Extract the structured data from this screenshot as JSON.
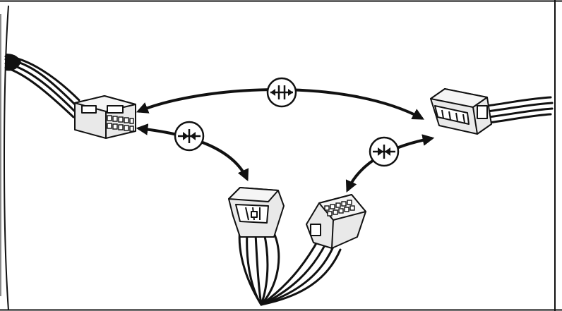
{
  "diagram": {
    "colors": {
      "line": "#111111",
      "connector_fill": "#e9e9e9",
      "symbol_fill": "#ffffff"
    },
    "components": [
      {
        "name": "connector-left",
        "kind": "female 16-pin connector with harness"
      },
      {
        "name": "connector-right",
        "kind": "male connector with harness"
      },
      {
        "name": "connector-bottom-male",
        "kind": "male connector with harness"
      },
      {
        "name": "connector-bottom-female",
        "kind": "female 16-pin connector with harness"
      }
    ],
    "relations": [
      {
        "from": "connector-left",
        "to": "connector-right",
        "symbol": "disconnect"
      },
      {
        "from": "connector-left",
        "to": "connector-bottom-male",
        "symbol": "connect"
      },
      {
        "from": "connector-bottom-female",
        "to": "connector-right",
        "symbol": "connect"
      }
    ]
  }
}
